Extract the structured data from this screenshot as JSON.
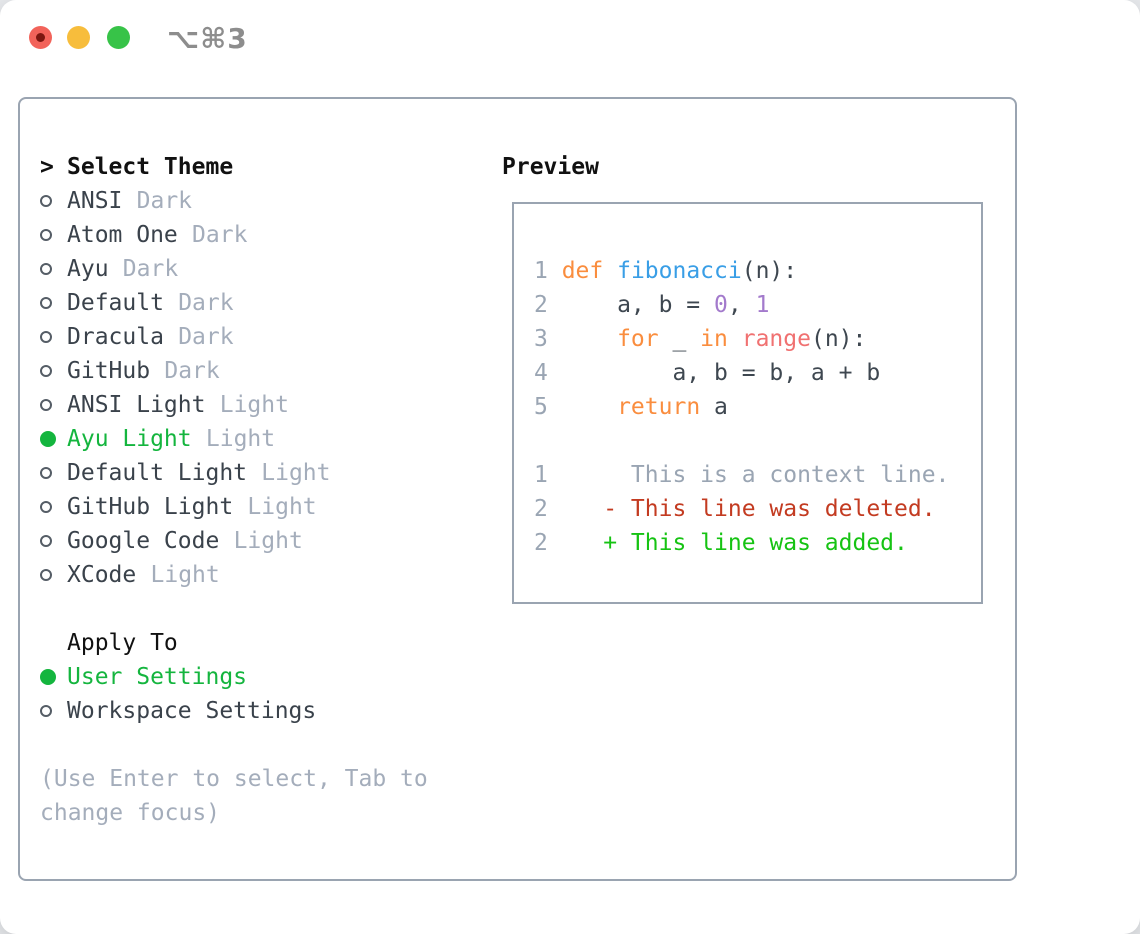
{
  "window": {
    "shortcut": "⌥⌘3",
    "traffic_lights": [
      "close",
      "minimize",
      "zoom"
    ]
  },
  "theme_panel": {
    "header_marker": ">",
    "header": "Select Theme",
    "items": [
      {
        "name": "ANSI",
        "variant": "Dark",
        "selected": false
      },
      {
        "name": "Atom One",
        "variant": "Dark",
        "selected": false
      },
      {
        "name": "Ayu",
        "variant": "Dark",
        "selected": false
      },
      {
        "name": "Default",
        "variant": "Dark",
        "selected": false
      },
      {
        "name": "Dracula",
        "variant": "Dark",
        "selected": false
      },
      {
        "name": "GitHub",
        "variant": "Dark",
        "selected": false
      },
      {
        "name": "ANSI Light",
        "variant": "Light",
        "selected": false
      },
      {
        "name": "Ayu Light",
        "variant": "Light",
        "selected": true
      },
      {
        "name": "Default Light",
        "variant": "Light",
        "selected": false
      },
      {
        "name": "GitHub Light",
        "variant": "Light",
        "selected": false
      },
      {
        "name": "Google Code",
        "variant": "Light",
        "selected": false
      },
      {
        "name": "XCode",
        "variant": "Light",
        "selected": false
      }
    ]
  },
  "apply_panel": {
    "header": "Apply To",
    "options": [
      {
        "label": "User Settings",
        "selected": true
      },
      {
        "label": "Workspace Settings",
        "selected": false
      }
    ]
  },
  "hint": {
    "line1": "(Use Enter to select, Tab to",
    "line2": "change focus)"
  },
  "preview": {
    "header": "Preview",
    "lines": [
      {
        "lineno": "1",
        "segments": [
          {
            "t": "def",
            "c": "keyword"
          },
          {
            "t": " ",
            "c": "plain"
          },
          {
            "t": "fibonacci",
            "c": "function"
          },
          {
            "t": "(n):",
            "c": "plain"
          }
        ]
      },
      {
        "lineno": "2",
        "segments": [
          {
            "t": "    a, b = ",
            "c": "plain"
          },
          {
            "t": "0",
            "c": "number"
          },
          {
            "t": ", ",
            "c": "plain"
          },
          {
            "t": "1",
            "c": "number"
          }
        ]
      },
      {
        "lineno": "3",
        "segments": [
          {
            "t": "    ",
            "c": "plain"
          },
          {
            "t": "for",
            "c": "keyword"
          },
          {
            "t": " _ ",
            "c": "plain"
          },
          {
            "t": "in",
            "c": "keyword"
          },
          {
            "t": " ",
            "c": "plain"
          },
          {
            "t": "range",
            "c": "special"
          },
          {
            "t": "(n):",
            "c": "plain"
          }
        ]
      },
      {
        "lineno": "4",
        "segments": [
          {
            "t": "        a, b = b, a + b",
            "c": "plain"
          }
        ]
      },
      {
        "lineno": "5",
        "segments": [
          {
            "t": "    ",
            "c": "plain"
          },
          {
            "t": "return",
            "c": "keyword"
          },
          {
            "t": " a",
            "c": "plain"
          }
        ]
      },
      {
        "lineno": "",
        "segments": []
      },
      {
        "lineno": "1",
        "segments": [
          {
            "t": "     This is a context line.",
            "c": "gray"
          }
        ]
      },
      {
        "lineno": "2",
        "segments": [
          {
            "t": "   - This line was deleted.",
            "c": "deleted"
          }
        ]
      },
      {
        "lineno": "2",
        "segments": [
          {
            "t": "   + This line was added.",
            "c": "added"
          }
        ]
      }
    ]
  },
  "colors": {
    "keyword": "#fa8d3e",
    "function": "#399ee6",
    "number": "#a37acc",
    "special": "#f07171",
    "plain": "#3e4750",
    "gray": "#9aa5b3",
    "deleted": "#c33b21",
    "added": "#16c313",
    "green": "#14b53e",
    "border": "#9aa4b1",
    "text": "#3a424b",
    "muted": "#a4adbb",
    "black": "#111111",
    "titlebar_red": "#f2635a",
    "titlebar_yellow": "#f7bd3c",
    "titlebar_green": "#37c348",
    "shortcut_gray": "#8d8d8d"
  }
}
